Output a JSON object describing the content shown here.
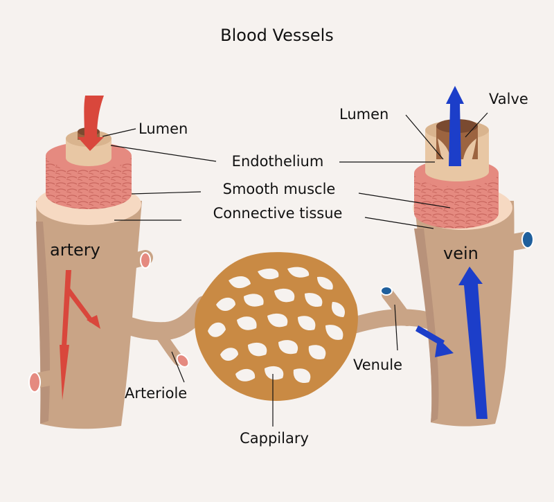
{
  "title": "Blood Vessels",
  "labels": {
    "lumen_artery": "Lumen",
    "lumen_vein": "Lumen",
    "valve": "Valve",
    "endothelium": "Endothelium",
    "smooth_muscle": "Smooth muscle",
    "connective_tissue": "Connective tissue",
    "artery": "artery",
    "vein": "vein",
    "arteriole": "Arteriole",
    "venule": "Venule",
    "capillary": "Cappilary"
  },
  "colors": {
    "background": "#f6f2ef",
    "vessel": "#c9a486",
    "vessel_shadow": "#a98468",
    "connective": "#f6d9c2",
    "muscle": "#e58a80",
    "muscle_fiber": "#c9675f",
    "endothelium": "#e8c7a4",
    "capillary": "#c98a44",
    "arterial_flow": "#d9473c",
    "venous_flow": "#1c3ec9"
  }
}
